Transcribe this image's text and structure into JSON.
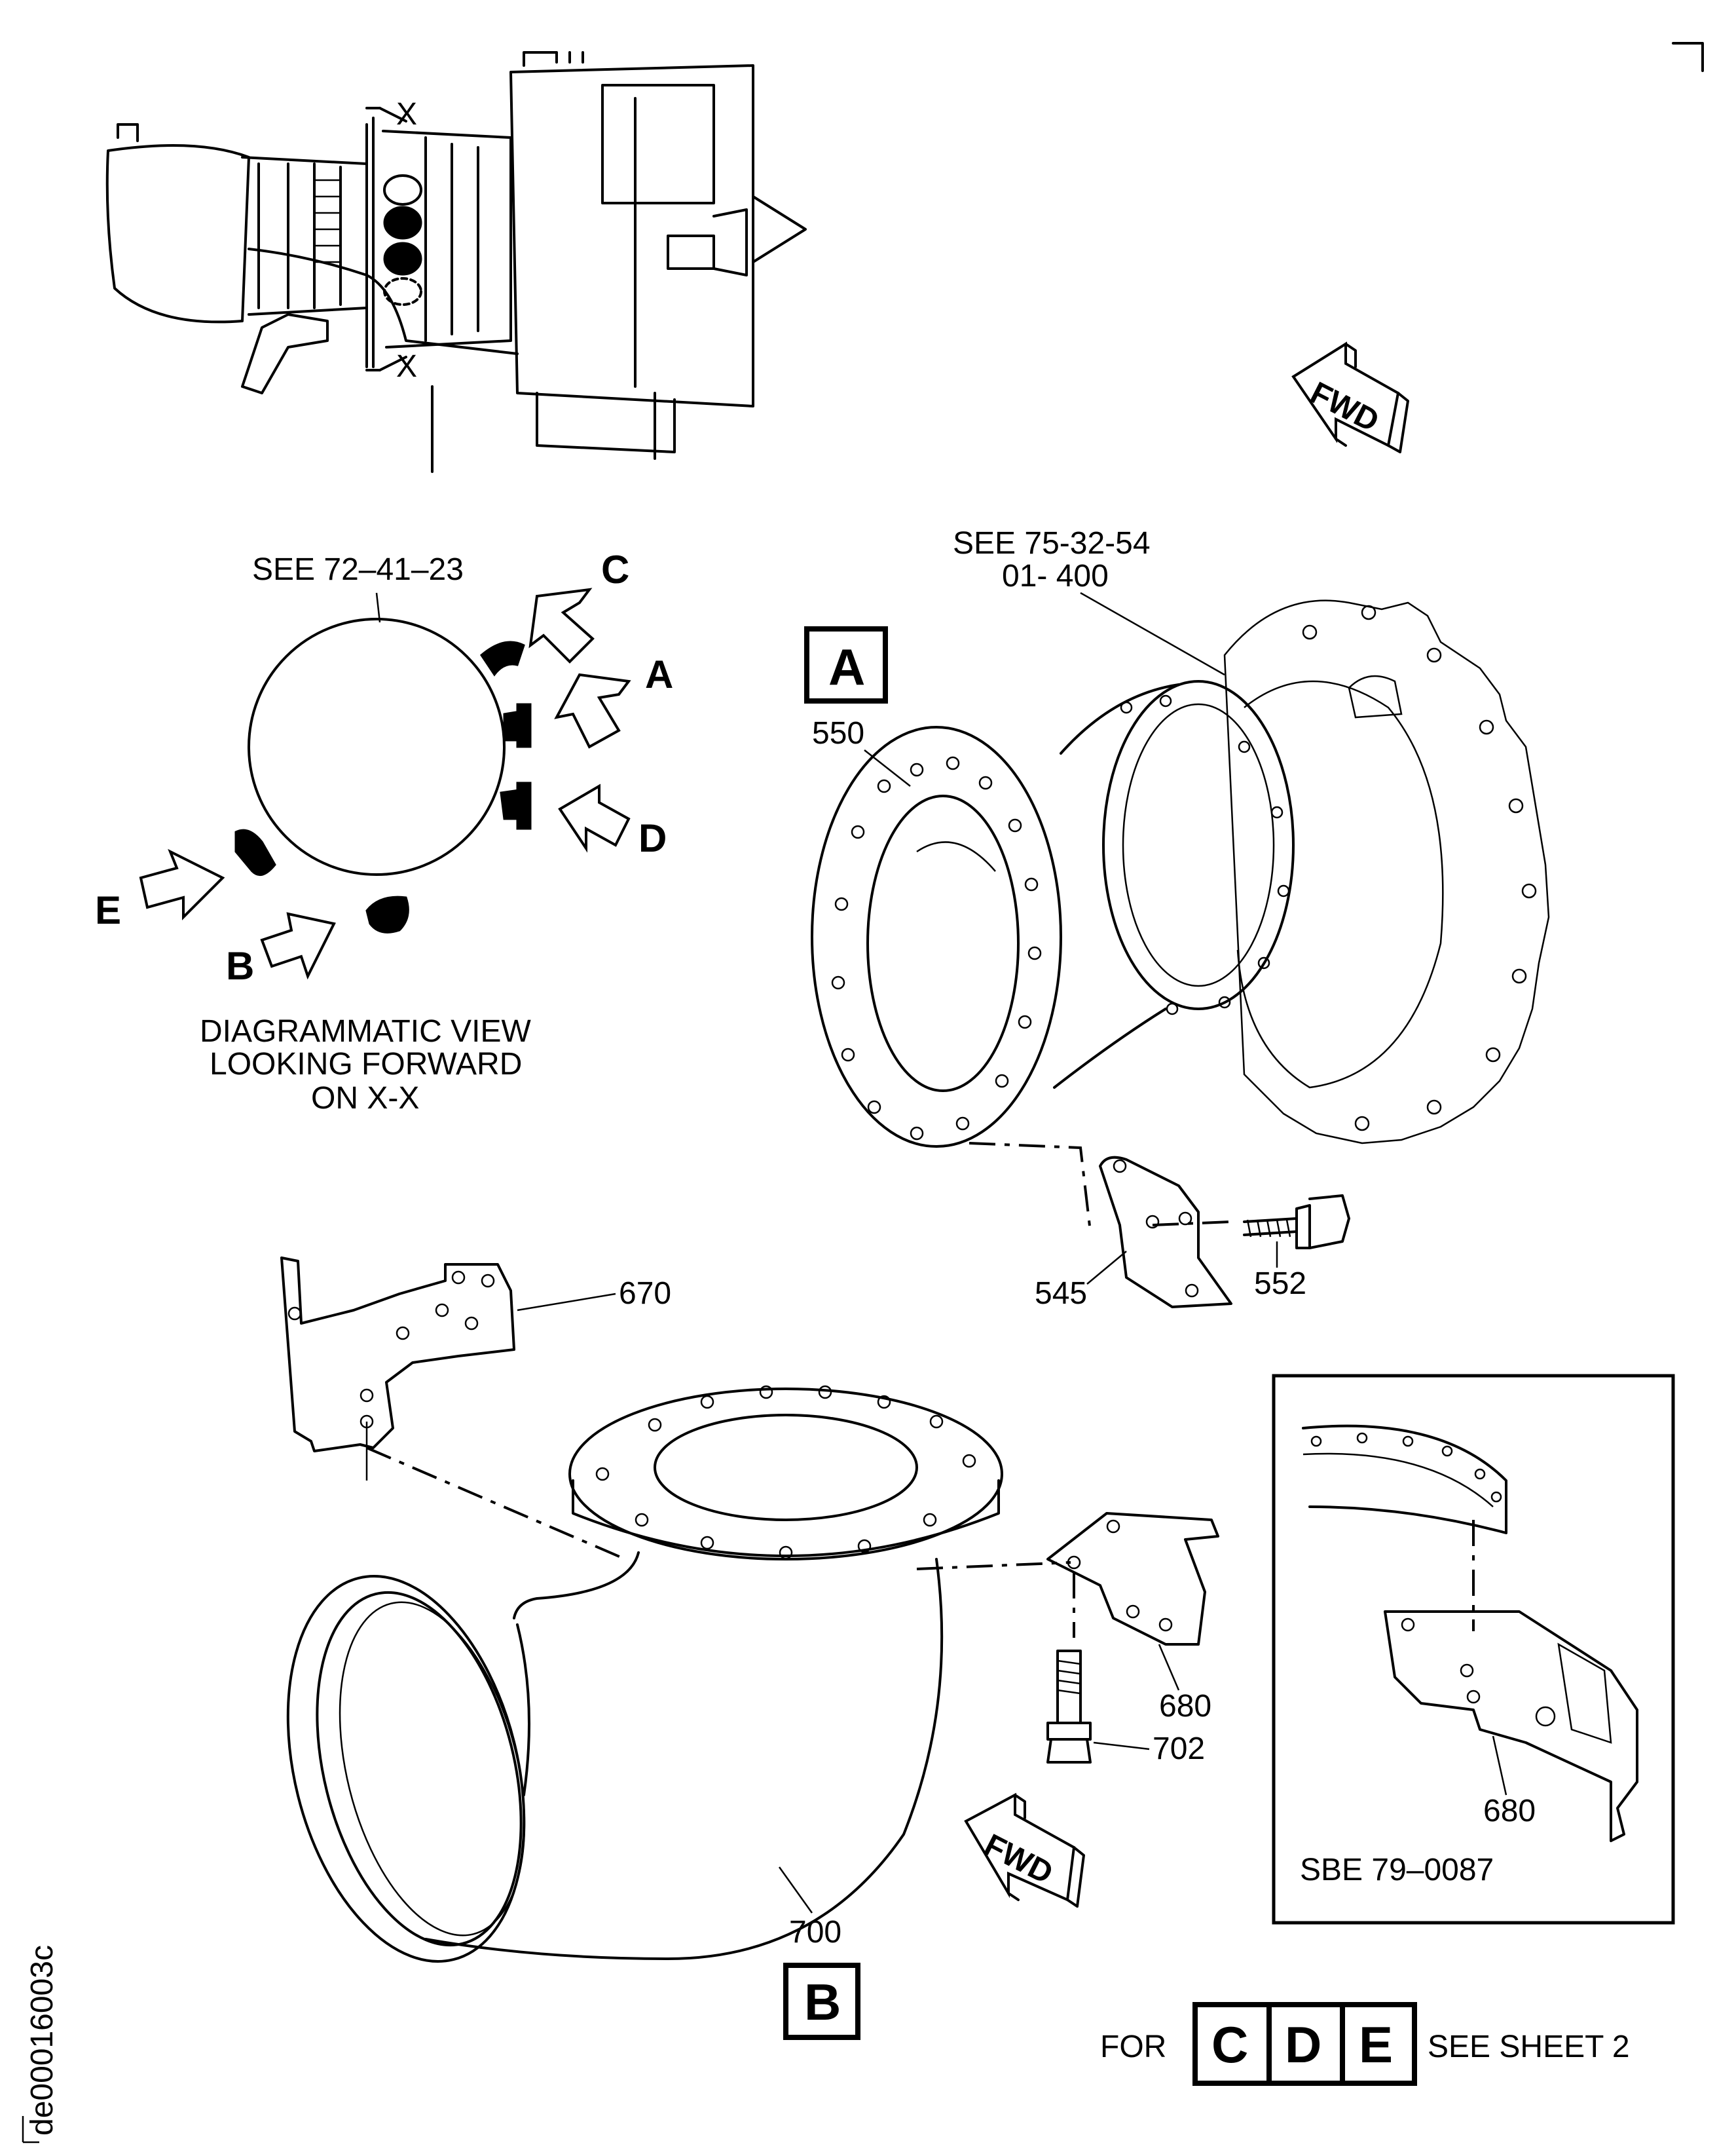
{
  "engine_view": {
    "section_label_top": "X",
    "section_label_bottom": "X"
  },
  "fwd_arrow_top": "FWD",
  "fwd_arrow_bottom": "FWD",
  "diagram": {
    "reference": "SEE 72–41–23",
    "caption_line1": "DIAGRAMMATIC VIEW",
    "caption_line2": "LOOKING FORWARD",
    "caption_line3": "ON  X-X",
    "letters": {
      "c": "C",
      "a": "A",
      "d": "D",
      "e": "E",
      "b": "B"
    }
  },
  "view_a": {
    "box_label": "A",
    "reference_line1": "SEE 75-32-54",
    "reference_line2": "01- 400",
    "callouts": {
      "p550": "550",
      "p545": "545",
      "p552": "552"
    }
  },
  "view_b": {
    "box_label": "B",
    "callouts": {
      "p670": "670",
      "p680": "680",
      "p702": "702",
      "p700": "700"
    }
  },
  "inset": {
    "callout": "680",
    "note": "SBE 79–0087"
  },
  "footer": {
    "prefix": "FOR",
    "boxes": [
      "C",
      "D",
      "E"
    ],
    "suffix": "SEE SHEET 2"
  },
  "figure_id": "de00016003c"
}
